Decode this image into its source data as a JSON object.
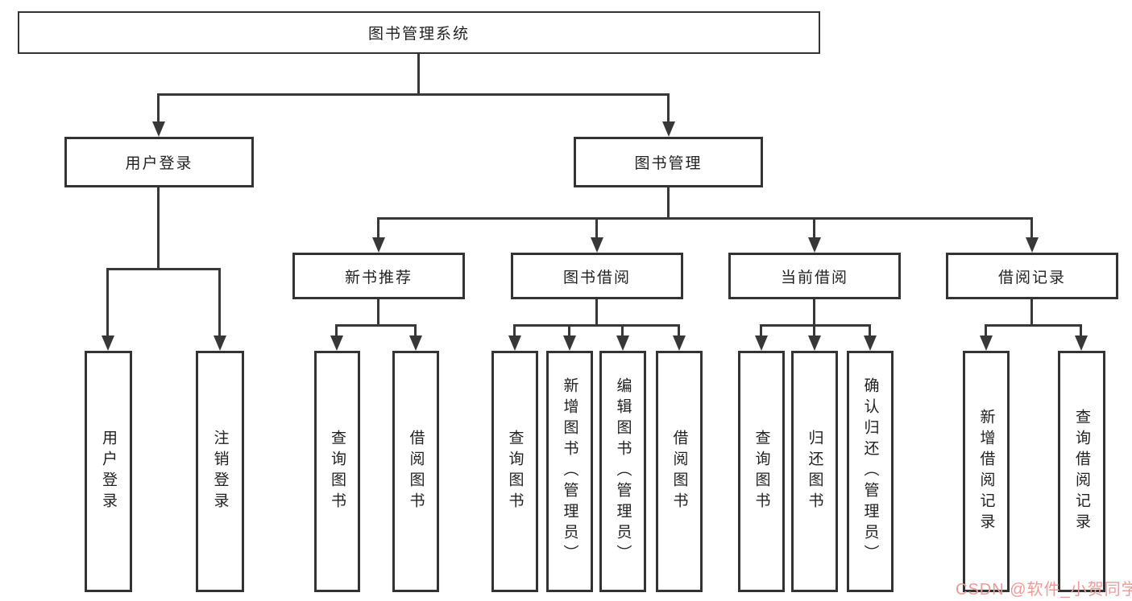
{
  "diagram": {
    "root": {
      "label": "图书管理系统"
    },
    "branches": [
      {
        "label": "用户登录",
        "children": [
          {
            "label": "用户登录"
          },
          {
            "label": "注销登录"
          }
        ]
      },
      {
        "label": "图书管理",
        "children": [
          {
            "label": "新书推荐",
            "children": [
              {
                "label": "查询图书"
              },
              {
                "label": "借阅图书"
              }
            ]
          },
          {
            "label": "图书借阅",
            "children": [
              {
                "label": "查询图书"
              },
              {
                "label": "新增图书（管理员）"
              },
              {
                "label": "编辑图书（管理员）"
              },
              {
                "label": "借阅图书"
              }
            ]
          },
          {
            "label": "当前借阅",
            "children": [
              {
                "label": "查询图书"
              },
              {
                "label": "归还图书"
              },
              {
                "label": "确认归还（管理员）"
              }
            ]
          },
          {
            "label": "借阅记录",
            "children": [
              {
                "label": "新增借阅记录"
              },
              {
                "label": "查询借阅记录"
              }
            ]
          }
        ]
      }
    ]
  },
  "watermark": {
    "text": "CSDN @软件_小贺同学"
  },
  "colors": {
    "background": "#ffffff",
    "line": "#383838",
    "box_border": "#333333",
    "text": "#222222",
    "watermark": "#ef9a97"
  }
}
